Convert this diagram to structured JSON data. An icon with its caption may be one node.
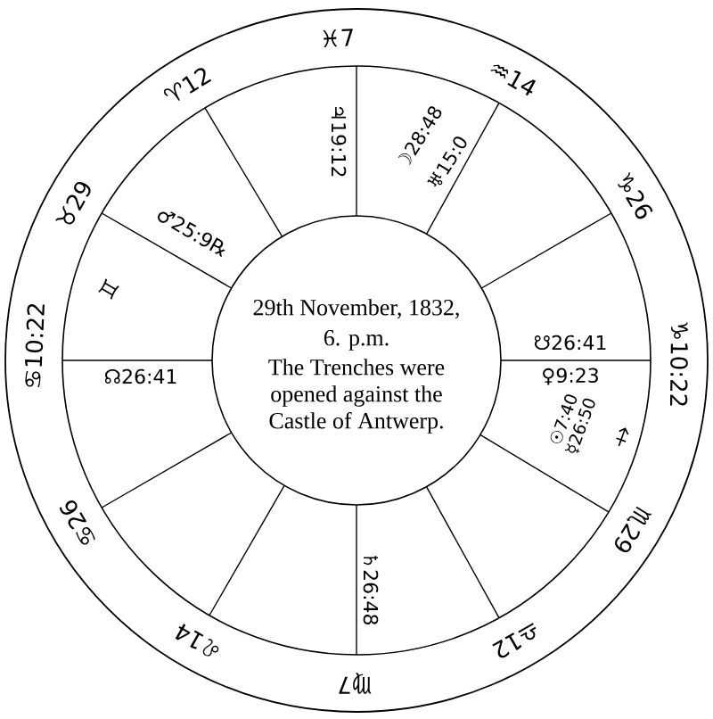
{
  "diagram": {
    "nodes": [
      {
        "text": [
          "29th November, 1832, 6. p.m.",
          "The Trenches were opened against the Castle of Antwerp."
        ]
      }
    ],
    "labels": [
      "♓7",
      "♒14",
      "♈12",
      "♃19:12",
      "☽28:48",
      "♅15:0",
      "♑26",
      "♉29",
      "♂25:9℞",
      "♊",
      "♋10:22",
      "☋26:41",
      "♑10:22",
      "☊26:41",
      "♀9:23",
      "☉7:40",
      "☿26:50",
      "♐",
      "♋26",
      "♏29",
      "♄26:48",
      "♎12",
      "♌14",
      "♍7"
    ]
  }
}
